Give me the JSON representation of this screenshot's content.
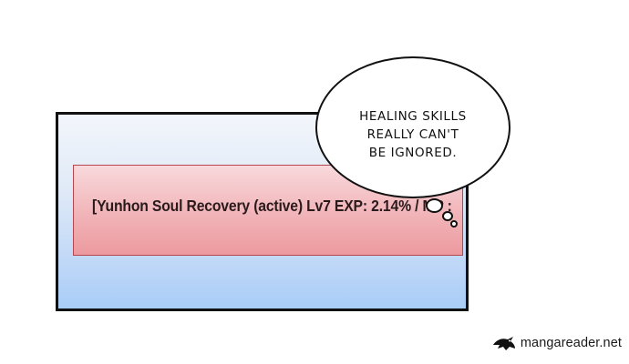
{
  "skill_line": "[Yunhon Soul Recovery (active) Lv7 EXP: 2.14% / MP :",
  "speech": {
    "line1": "Healing skills",
    "line2": "really can't",
    "line3": "be ignored."
  },
  "watermark": {
    "text": "mangareader.net",
    "icon": "crow-silhouette-icon"
  },
  "colors": {
    "panel_border": "#111111",
    "panel_gradient_bottom": "#a9cdf7",
    "skill_box": "#ec9a9f"
  }
}
